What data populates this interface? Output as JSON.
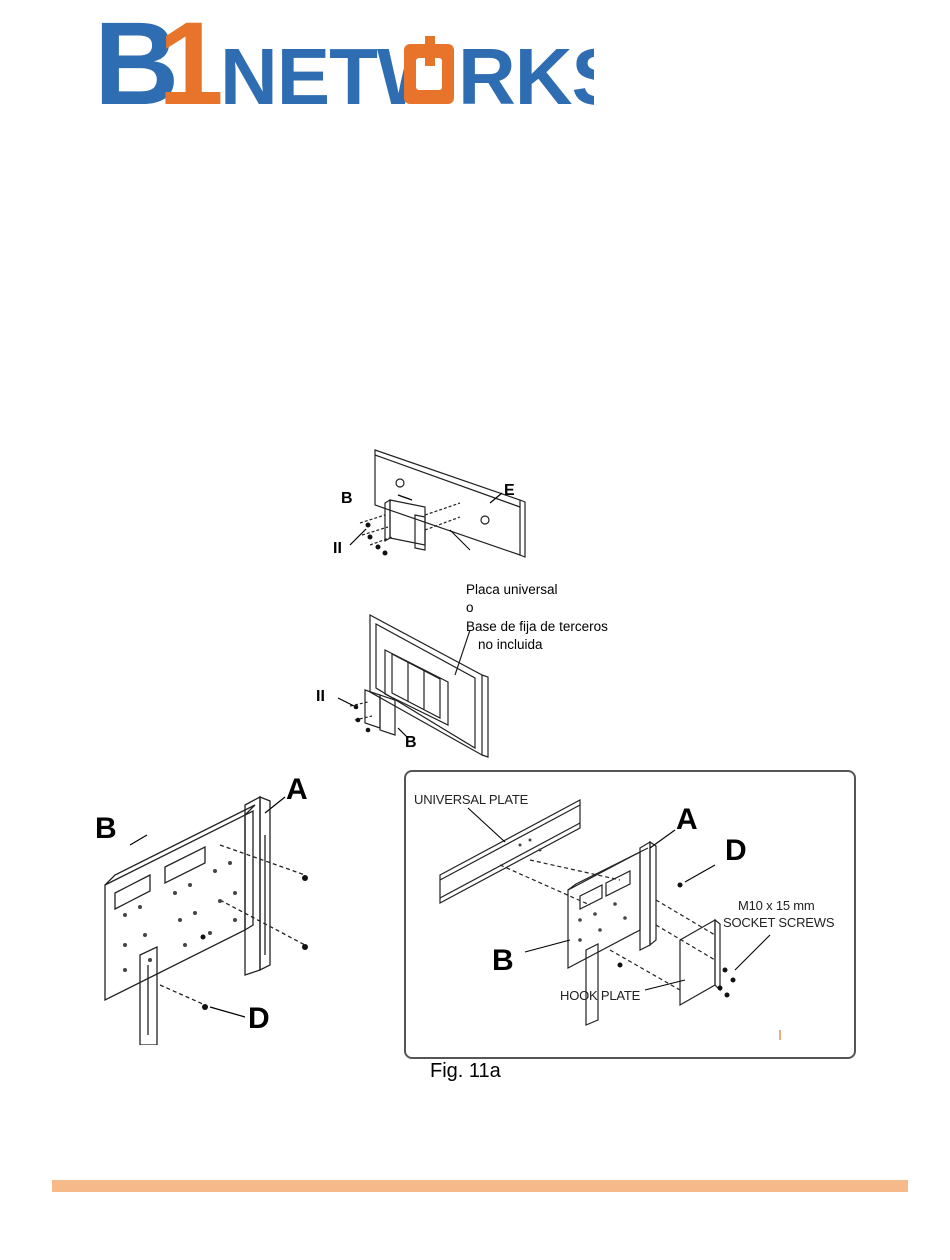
{
  "logo": {
    "b1": "B1",
    "rest_prefix": "NETW",
    "o": "O",
    "rest_suffix": "RKS",
    "blue": "#2f6db2",
    "orange": "#e8732a"
  },
  "fig_top": {
    "label_b": "B",
    "label_e": "E",
    "label_ii": "II"
  },
  "note": {
    "line1": "Placa universal",
    "line2": "o",
    "line3": "Base de fija de terceros",
    "line4": "no incluida"
  },
  "fig_mid": {
    "label_ii": "II",
    "label_b": "B"
  },
  "fig_left": {
    "label_a": "A",
    "label_b": "B",
    "label_d": "D"
  },
  "fig_right": {
    "universal_plate": "UNIVERSAL PLATE",
    "label_a": "A",
    "label_d": "D",
    "screws_line1": "M10 x 15 mm",
    "screws_line2": "SOCKET SCREWS",
    "label_b": "B",
    "hook_plate": "HOOK PLATE"
  },
  "caption": "Fig. 11a",
  "colors": {
    "footer": "#f6b98a"
  }
}
